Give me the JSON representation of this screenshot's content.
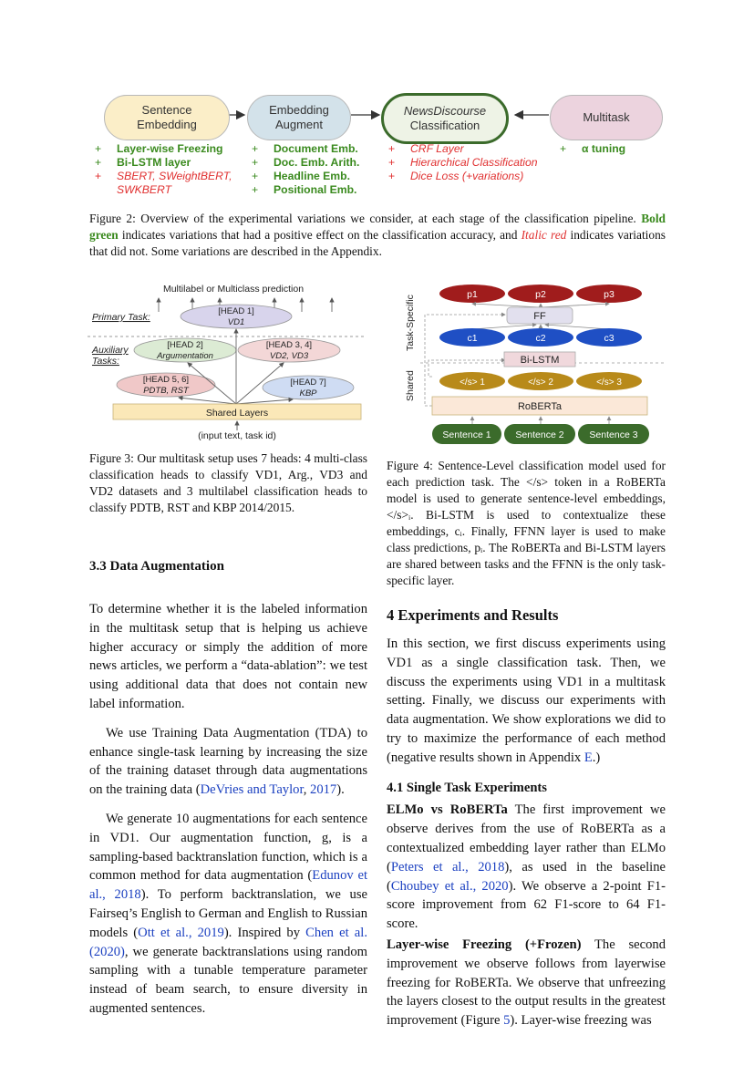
{
  "figure2": {
    "stages": [
      {
        "line1": "Sentence",
        "line2": "Embedding"
      },
      {
        "line1": "Embedding",
        "line2": "Augment"
      },
      {
        "line1": "NewsDiscourse",
        "line2": "Classification"
      },
      {
        "line1": "Multitask",
        "line2": ""
      }
    ],
    "lists": [
      [
        {
          "sym": "+",
          "text": "Layer-wise Freezing",
          "kind": "green"
        },
        {
          "sym": "+",
          "text": "Bi-LSTM layer",
          "kind": "green"
        },
        {
          "sym": "+",
          "text": "SBERT, SWeightBERT,",
          "kind": "red"
        },
        {
          "sym": "",
          "text": "SWKBERT",
          "kind": "red"
        }
      ],
      [
        {
          "sym": "+",
          "text": "Document Emb.",
          "kind": "green"
        },
        {
          "sym": "+",
          "text": "Doc. Emb. Arith.",
          "kind": "green"
        },
        {
          "sym": "+",
          "text": "Headline Emb.",
          "kind": "green"
        },
        {
          "sym": "+",
          "text": "Positional Emb.",
          "kind": "green"
        }
      ],
      [
        {
          "sym": "+",
          "text": "CRF Layer",
          "kind": "red"
        },
        {
          "sym": "+",
          "text": "Hierarchical Classification",
          "kind": "red"
        },
        {
          "sym": "+",
          "text": "Dice Loss (+variations)",
          "kind": "red"
        }
      ],
      [
        {
          "sym": "+",
          "text": "α tuning",
          "kind": "green"
        }
      ]
    ],
    "caption": {
      "p1": "Figure 2: Overview of the experimental variations we consider, at each stage of the classification pipeline. ",
      "bold_green": "Bold green",
      "p2": " indicates variations that had a positive effect on the classification accuracy, and ",
      "italic_red": "Italic red",
      "p3": " indicates variations that did not. Some variations are described in the Appendix."
    }
  },
  "figure3": {
    "top_label": "Multilabel or Multiclass prediction",
    "primary_task": "Primary Task:",
    "aux_tasks_1": "Auxiliary",
    "aux_tasks_2": "Tasks:",
    "head1": {
      "l1": "[HEAD 1]",
      "l2": "VD1"
    },
    "head2": {
      "l1": "[HEAD 2]",
      "l2": "Argumentation"
    },
    "head34": {
      "l1": "[HEAD 3, 4]",
      "l2": "VD2, VD3"
    },
    "head56": {
      "l1": "[HEAD 5, 6]",
      "l2": "PDTB, RST"
    },
    "head7": {
      "l1": "[HEAD 7]",
      "l2": "KBP"
    },
    "shared": "Shared Layers",
    "input": "(input text, task id)",
    "caption": "Figure 3: Our multitask setup uses 7 heads: 4 multi-class classification heads to classify VD1, Arg., VD3 and VD2 datasets and 3 multilabel classification heads to classify PDTB, RST and KBP 2014/2015."
  },
  "figure4": {
    "task_specific": "Task-Specific",
    "shared": "Shared",
    "p": [
      "p1",
      "p2",
      "p3"
    ],
    "ff": "FF",
    "c": [
      "c1",
      "c2",
      "c3"
    ],
    "bilstm": "Bi-LSTM",
    "s": [
      "</s> 1",
      "</s> 2",
      "</s> 3"
    ],
    "roberta": "RoBERTa",
    "sentences": [
      "Sentence 1",
      "Sentence 2",
      "Sentence 3"
    ],
    "caption": "Figure 4: Sentence-Level classification model used for each prediction task. The </s> token in a RoBERTa model is used to generate sentence-level embeddings, </s>ᵢ. Bi-LSTM is used to contextualize these embeddings, cᵢ. Finally, FFNN layer is used to make class predictions, pᵢ. The RoBERTa and Bi-LSTM layers are shared between tasks and the FFNN is the only task-specific layer."
  },
  "section33": {
    "heading": "3.3   Data Augmentation",
    "para1": "To determine whether it is the labeled information in the multitask setup that is helping us achieve higher accuracy or simply the addition of more news articles, we perform a “data-ablation”: we test using additional data that does not contain new label information.",
    "para2_a": "We use Training Data Augmentation (TDA) to enhance single-task learning by increasing the size of the training dataset through data augmentations on the training data (",
    "para2_link": "DeVries and Taylor",
    "para2_b": ", ",
    "para2_year": "2017",
    "para2_c": ").",
    "para3_a": "We generate 10 augmentations for each sentence in VD1. Our augmentation function, g, is a sampling-based backtranslation function, which is a common method for data augmentation (",
    "para3_l1": "Edunov et al., 2018",
    "para3_b": "). To perform backtranslation, we use Fairseq’s English to German and English to Russian models (",
    "para3_l2": "Ott et al., 2019",
    "para3_c": "). Inspired by ",
    "para3_l3": "Chen et al. (2020)",
    "para3_d": ", we generate backtranslations using random sampling with a tunable temperature parameter instead of beam search, to ensure diversity in augmented sentences."
  },
  "section4": {
    "heading": "4   Experiments and Results",
    "para1_a": "In this section, we first discuss experiments using VD1 as a single classification task. Then, we discuss the experiments using VD1 in a multitask setting. Finally, we discuss our experiments with data augmentation. We show explorations we did to try to maximize the performance of each method (negative results shown in Appendix ",
    "para1_link": "E",
    "para1_b": ".)",
    "sub41": "4.1   Single Task Experiments",
    "elmo_head": "ELMo vs RoBERTa",
    "elmo_a": " The first improvement we observe derives from the use of RoBERTa as a contextualized embedding layer rather than ELMo (",
    "elmo_l1": "Peters et al., 2018",
    "elmo_b": "), as used in the baseline (",
    "elmo_l2": "Choubey et al., 2020",
    "elmo_c": "). We observe a 2-point F1-score improvement from 62 F1-score to 64 F1-score.",
    "lw_head": "Layer-wise Freezing (+Frozen)",
    "lw_a": " The second improvement we observe follows from layerwise freezing for RoBERTa. We observe that unfreezing the layers closest to the output results in the greatest improvement (Figure ",
    "lw_link": "5",
    "lw_b": "). Layer-wise freezing was"
  }
}
